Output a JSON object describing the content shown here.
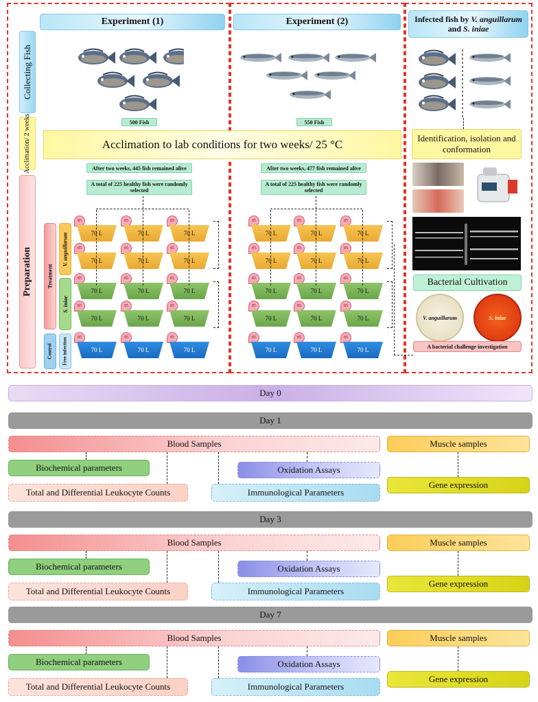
{
  "top": {
    "exp1_title": "Experiment (1)",
    "exp2_title": "Experiment (2)",
    "infected_title_1": "Infected fish by ",
    "infected_title_2": "V. anguillarum",
    "infected_title_3": " and ",
    "infected_title_4": "S. iniae",
    "stage_collecting": "Collecting Fish",
    "stage_acclimation": "Acclimation/ 2 weeks",
    "stage_preparation": "Preparation",
    "exp1_count": "500 Fish",
    "exp2_count": "550 Fish",
    "acclimation_bar": "Acclimation to lab conditions for two weeks/ 25 °C",
    "exp1_alive": "After two weeks, 445 fish remained alive",
    "exp2_alive": "After two weeks, 477 fish remained alive",
    "exp1_selected": "A total of 225 healthy fish were randomly selected",
    "exp2_selected": "A total of 225 healthy fish were randomly selected",
    "tank_label": "70 L",
    "net_label": "85",
    "group_treatment": "Treatment",
    "group_vang": "V. anguillarum",
    "group_sini": "S. iniae",
    "group_control": "Control",
    "group_free": "Free infection",
    "identification": "Identification, isolation and conformation",
    "bacterial_cultivation": "Bacterial Cultivation",
    "plate1": "V. anguillarum",
    "plate2": "S. iniae",
    "challenge": "A bacterial challenge investigation"
  },
  "days": [
    {
      "day": "Day 0"
    },
    {
      "day": "Day 1",
      "blood": "Blood Samples",
      "bio": "Biochemical parameters",
      "oxi": "Oxidation Assays",
      "leuk": "Total and Differential Leukocyte Counts",
      "immu": "Immunological Parameters",
      "muscle": "Muscle samples",
      "gene": "Gene expression"
    },
    {
      "day": "Day 3",
      "blood": "Blood Samples",
      "bio": "Biochemical parameters",
      "oxi": "Oxidation Assays",
      "leuk": "Total and Differential Leukocyte Counts",
      "immu": "Immunological Parameters",
      "muscle": "Muscle samples",
      "gene": "Gene expression"
    },
    {
      "day": "Day 7",
      "blood": "Blood Samples",
      "bio": "Biochemical parameters",
      "oxi": "Oxidation Assays",
      "leuk": "Total and Differential Leukocyte Counts",
      "immu": "Immunological Parameters",
      "muscle": "Muscle samples",
      "gene": "Gene expression"
    }
  ],
  "colors": {
    "frame": "#e0342c",
    "tilapia": "#5a6f8a",
    "mullet": "#a9b6c2",
    "tank_yellow": "#f2b94a",
    "tank_green": "#79b257",
    "tank_blue": "#1f7ad0"
  },
  "icons": [
    "tilapia-fish-icon",
    "mullet-fish-icon",
    "net-tag-icon",
    "tank-icon",
    "pcr-machine-icon",
    "gel-image-icon",
    "petri-dish-icon"
  ]
}
